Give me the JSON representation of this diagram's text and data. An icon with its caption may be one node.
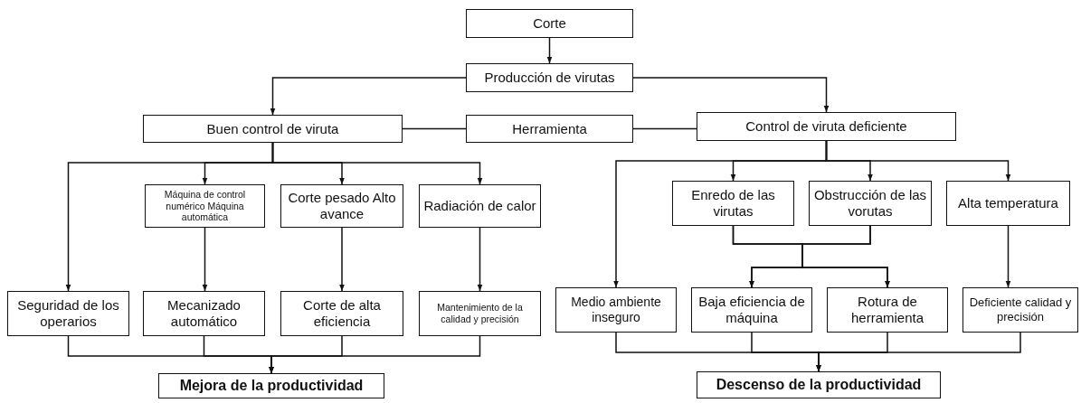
{
  "diagram": {
    "nodes": [
      {
        "text": [
          "Corte"
        ]
      },
      {
        "text": [
          "Producción de virutas"
        ]
      },
      {
        "text": [
          "Buen control de viruta"
        ]
      },
      {
        "text": [
          "Herramienta"
        ]
      },
      {
        "text": [
          "Control de viruta deficiente"
        ]
      },
      {
        "text": [
          "Máquina de control numérico Máquina automática"
        ]
      },
      {
        "text": [
          "Corte pesado Alto avance"
        ]
      },
      {
        "text": [
          "Radiación de calor"
        ]
      },
      {
        "text": [
          "Enredo de las virutas"
        ]
      },
      {
        "text": [
          "Obstrucción de las vorutas"
        ]
      },
      {
        "text": [
          "Alta temperatura"
        ]
      },
      {
        "text": [
          "Seguridad de los operarios"
        ]
      },
      {
        "text": [
          "Mecanizado automático"
        ]
      },
      {
        "text": [
          "Corte de alta eficiencia"
        ]
      },
      {
        "text": [
          "Mantenimiento de la calidad y precisión"
        ]
      },
      {
        "text": [
          "Medio ambiente inseguro"
        ]
      },
      {
        "text": [
          "Baja eficiencia de máquina"
        ]
      },
      {
        "text": [
          "Rotura de herramienta"
        ]
      },
      {
        "text": [
          "Deficiente calidad y precisión"
        ]
      },
      {
        "text": [
          "Mejora de la productividad"
        ]
      },
      {
        "text": [
          "Descenso de la productividad"
        ]
      }
    ],
    "edges": [
      {
        "from": 0,
        "to": 1,
        "arrow": "to"
      },
      {
        "from": 1,
        "to": 2,
        "arrow": "to"
      },
      {
        "from": 1,
        "to": 4,
        "arrow": "to"
      },
      {
        "from": 3,
        "to": 2,
        "arrow": "none"
      },
      {
        "from": 3,
        "to": 4,
        "arrow": "none"
      },
      {
        "from": 2,
        "to": 11,
        "arrow": "to"
      },
      {
        "from": 2,
        "to": 5,
        "arrow": "to"
      },
      {
        "from": 2,
        "to": 6,
        "arrow": "to"
      },
      {
        "from": 2,
        "to": 7,
        "arrow": "to"
      },
      {
        "from": 4,
        "to": 15,
        "arrow": "to"
      },
      {
        "from": 4,
        "to": 8,
        "arrow": "to"
      },
      {
        "from": 4,
        "to": 9,
        "arrow": "to"
      },
      {
        "from": 4,
        "to": 10,
        "arrow": "to"
      },
      {
        "from": 5,
        "to": 12,
        "arrow": "to"
      },
      {
        "from": 6,
        "to": 13,
        "arrow": "to"
      },
      {
        "from": 7,
        "to": 14,
        "arrow": "to"
      },
      {
        "from": 8,
        "to": 16,
        "arrow": "to"
      },
      {
        "from": 8,
        "to": 17,
        "arrow": "to"
      },
      {
        "from": 9,
        "to": 16,
        "arrow": "to"
      },
      {
        "from": 9,
        "to": 17,
        "arrow": "to"
      },
      {
        "from": 10,
        "to": 18,
        "arrow": "to"
      },
      {
        "from": 11,
        "to": 19,
        "arrow": "to"
      },
      {
        "from": 12,
        "to": 19,
        "arrow": "to"
      },
      {
        "from": 13,
        "to": 19,
        "arrow": "to"
      },
      {
        "from": 14,
        "to": 19,
        "arrow": "to"
      },
      {
        "from": 15,
        "to": 20,
        "arrow": "to"
      },
      {
        "from": 16,
        "to": 20,
        "arrow": "to"
      },
      {
        "from": 17,
        "to": 20,
        "arrow": "to"
      },
      {
        "from": 18,
        "to": 20,
        "arrow": "to"
      }
    ]
  }
}
